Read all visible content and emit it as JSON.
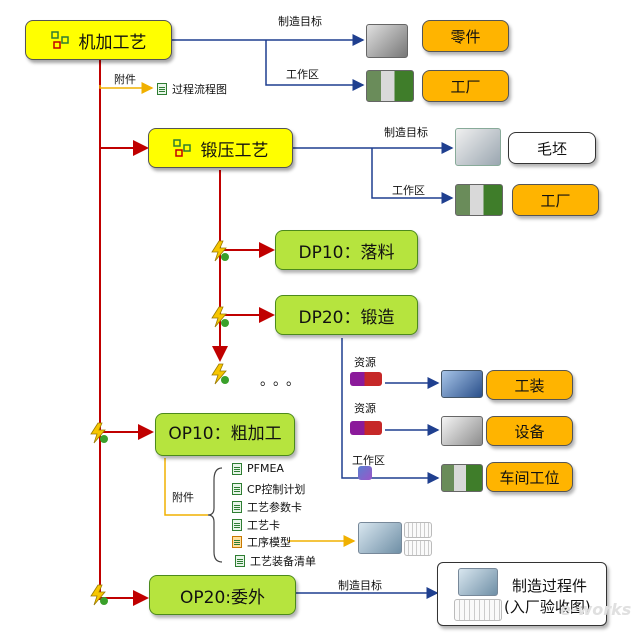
{
  "nodes": {
    "machining": "机加工艺",
    "forging": "锻压工艺",
    "dp10": "DP10：落料",
    "dp20": "DP20：锻造",
    "op10": "OP10：粗加工",
    "op20": "OP20:委外",
    "part": "零件",
    "factory1": "工厂",
    "blank": "毛坯",
    "factory2": "工厂",
    "tooling": "工装",
    "equipment": "设备",
    "station": "车间工位",
    "mfg_proc_line1": "制造过程件",
    "mfg_proc_line2": "(入厂验收图)"
  },
  "labels": {
    "target1": "制造目标",
    "workarea1": "工作区",
    "attachment1": "附件",
    "flowchart": "过程流程图",
    "target2": "制造目标",
    "workarea2": "工作区",
    "resource1": "资源",
    "resource2": "资源",
    "workarea3": "工作区",
    "attachment2": "附件",
    "target3": "制造目标",
    "ellipsis": "。。。"
  },
  "attachments": [
    "PFMEA",
    "CP控制计划",
    "工艺参数卡",
    "工艺卡",
    "工序模型",
    "工艺装备清单"
  ],
  "watermark": "e-works",
  "colors": {
    "process": "#ffff00",
    "operation": "#b6e43e",
    "target": "#ffb400",
    "red_line": "#c00000",
    "blue_line": "#1f3f8f",
    "orange_line": "#f0b000"
  },
  "icons": [
    "process-icon",
    "document-icon",
    "lightning-icon",
    "part-model-icon",
    "factory-icon",
    "resource-icon"
  ]
}
